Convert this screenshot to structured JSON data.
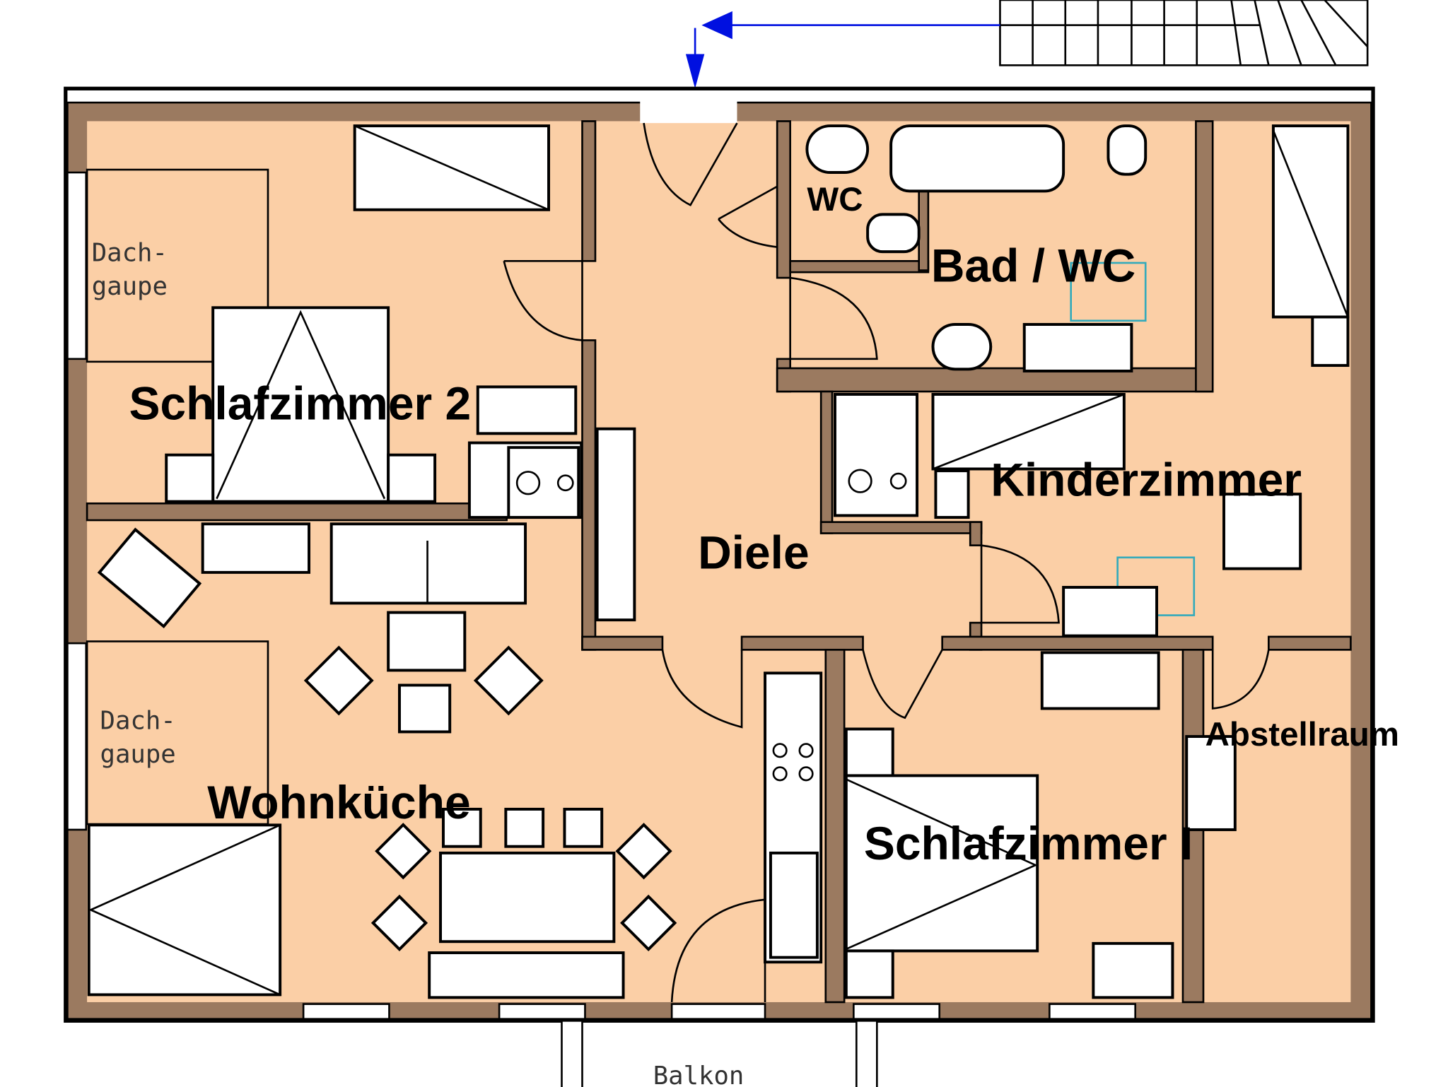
{
  "plan": {
    "rooms": {
      "schlafzimmer2": "Schlafzimmer 2",
      "diele": "Diele",
      "wc": "WC",
      "bad": "Bad / WC",
      "kinderzimmer": "Kinderzimmer",
      "wohnkueche": "Wohnküche",
      "abstellraum": "Abstellraum",
      "schlafzimmer1": "Schlafzimmer I"
    },
    "dormer": {
      "line1": "Dach-",
      "line2": "gaupe"
    },
    "balcony": "Balkon",
    "colors": {
      "floor": "#fbcfa6",
      "wall": "#9b7a60",
      "arrow": "#0010e0"
    }
  }
}
